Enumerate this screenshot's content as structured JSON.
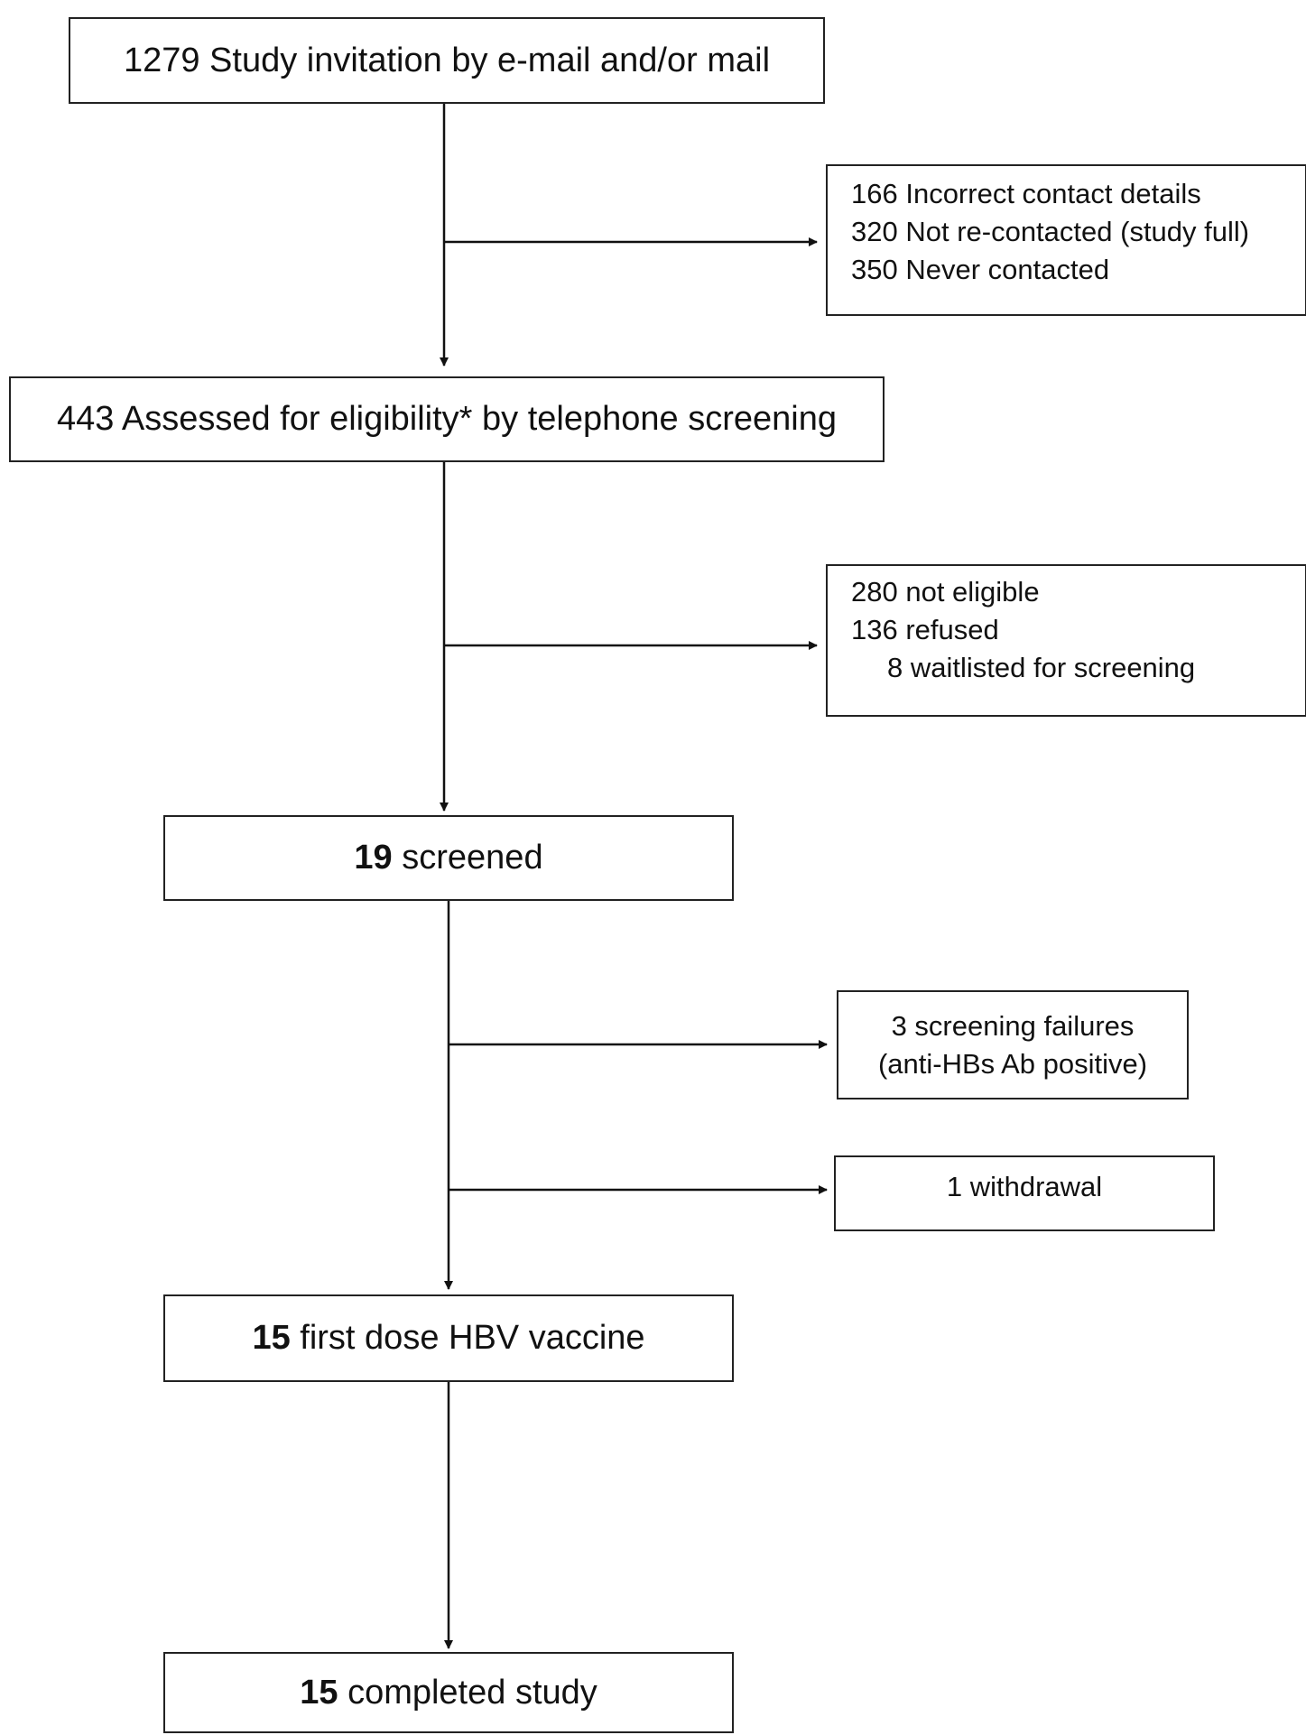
{
  "boxes": {
    "invitation": {
      "text": "1279 Study invitation by e-mail and/or mail"
    },
    "exclusions_1": {
      "lines": [
        "166 Incorrect contact details",
        "320 Not re-contacted (study full)",
        "350 Never contacted"
      ]
    },
    "assessed": {
      "text": "443 Assessed for eligibility* by telephone screening"
    },
    "exclusions_2": {
      "lines": [
        "280 not eligible",
        "136 refused",
        "8 waitlisted for screening"
      ]
    },
    "screened": {
      "count": "19",
      "text": "screened"
    },
    "screen_failures": {
      "lines": [
        "3 screening failures",
        "(anti-HBs Ab positive)"
      ]
    },
    "withdrawal": {
      "text": "1 withdrawal"
    },
    "first_dose": {
      "count": "15",
      "text": "first dose HBV vaccine"
    },
    "completed": {
      "count": "15",
      "text": "completed study"
    }
  }
}
